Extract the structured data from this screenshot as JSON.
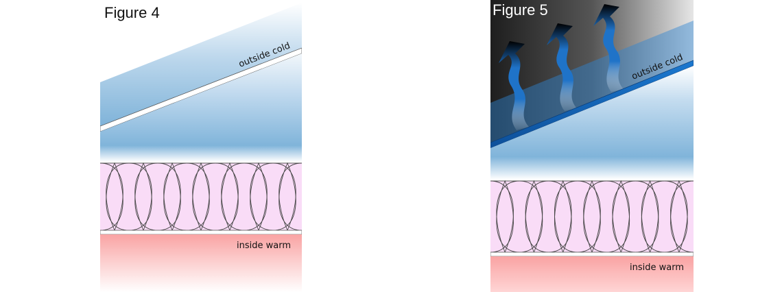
{
  "figure4": {
    "title": "Figure 4",
    "outside_label": "outside cold",
    "inside_label": "inside warm"
  },
  "figure5": {
    "title": "Figure 5",
    "outside_label": "outside cold",
    "inside_label": "inside warm"
  },
  "colors": {
    "cold_blue": "#7fb3d9",
    "insulation_pink": "#f9dcf7",
    "warm_red": "#f9a9a9",
    "vapor_dark": "#2a2a2a",
    "vapor_blue": "#1f73c8"
  }
}
